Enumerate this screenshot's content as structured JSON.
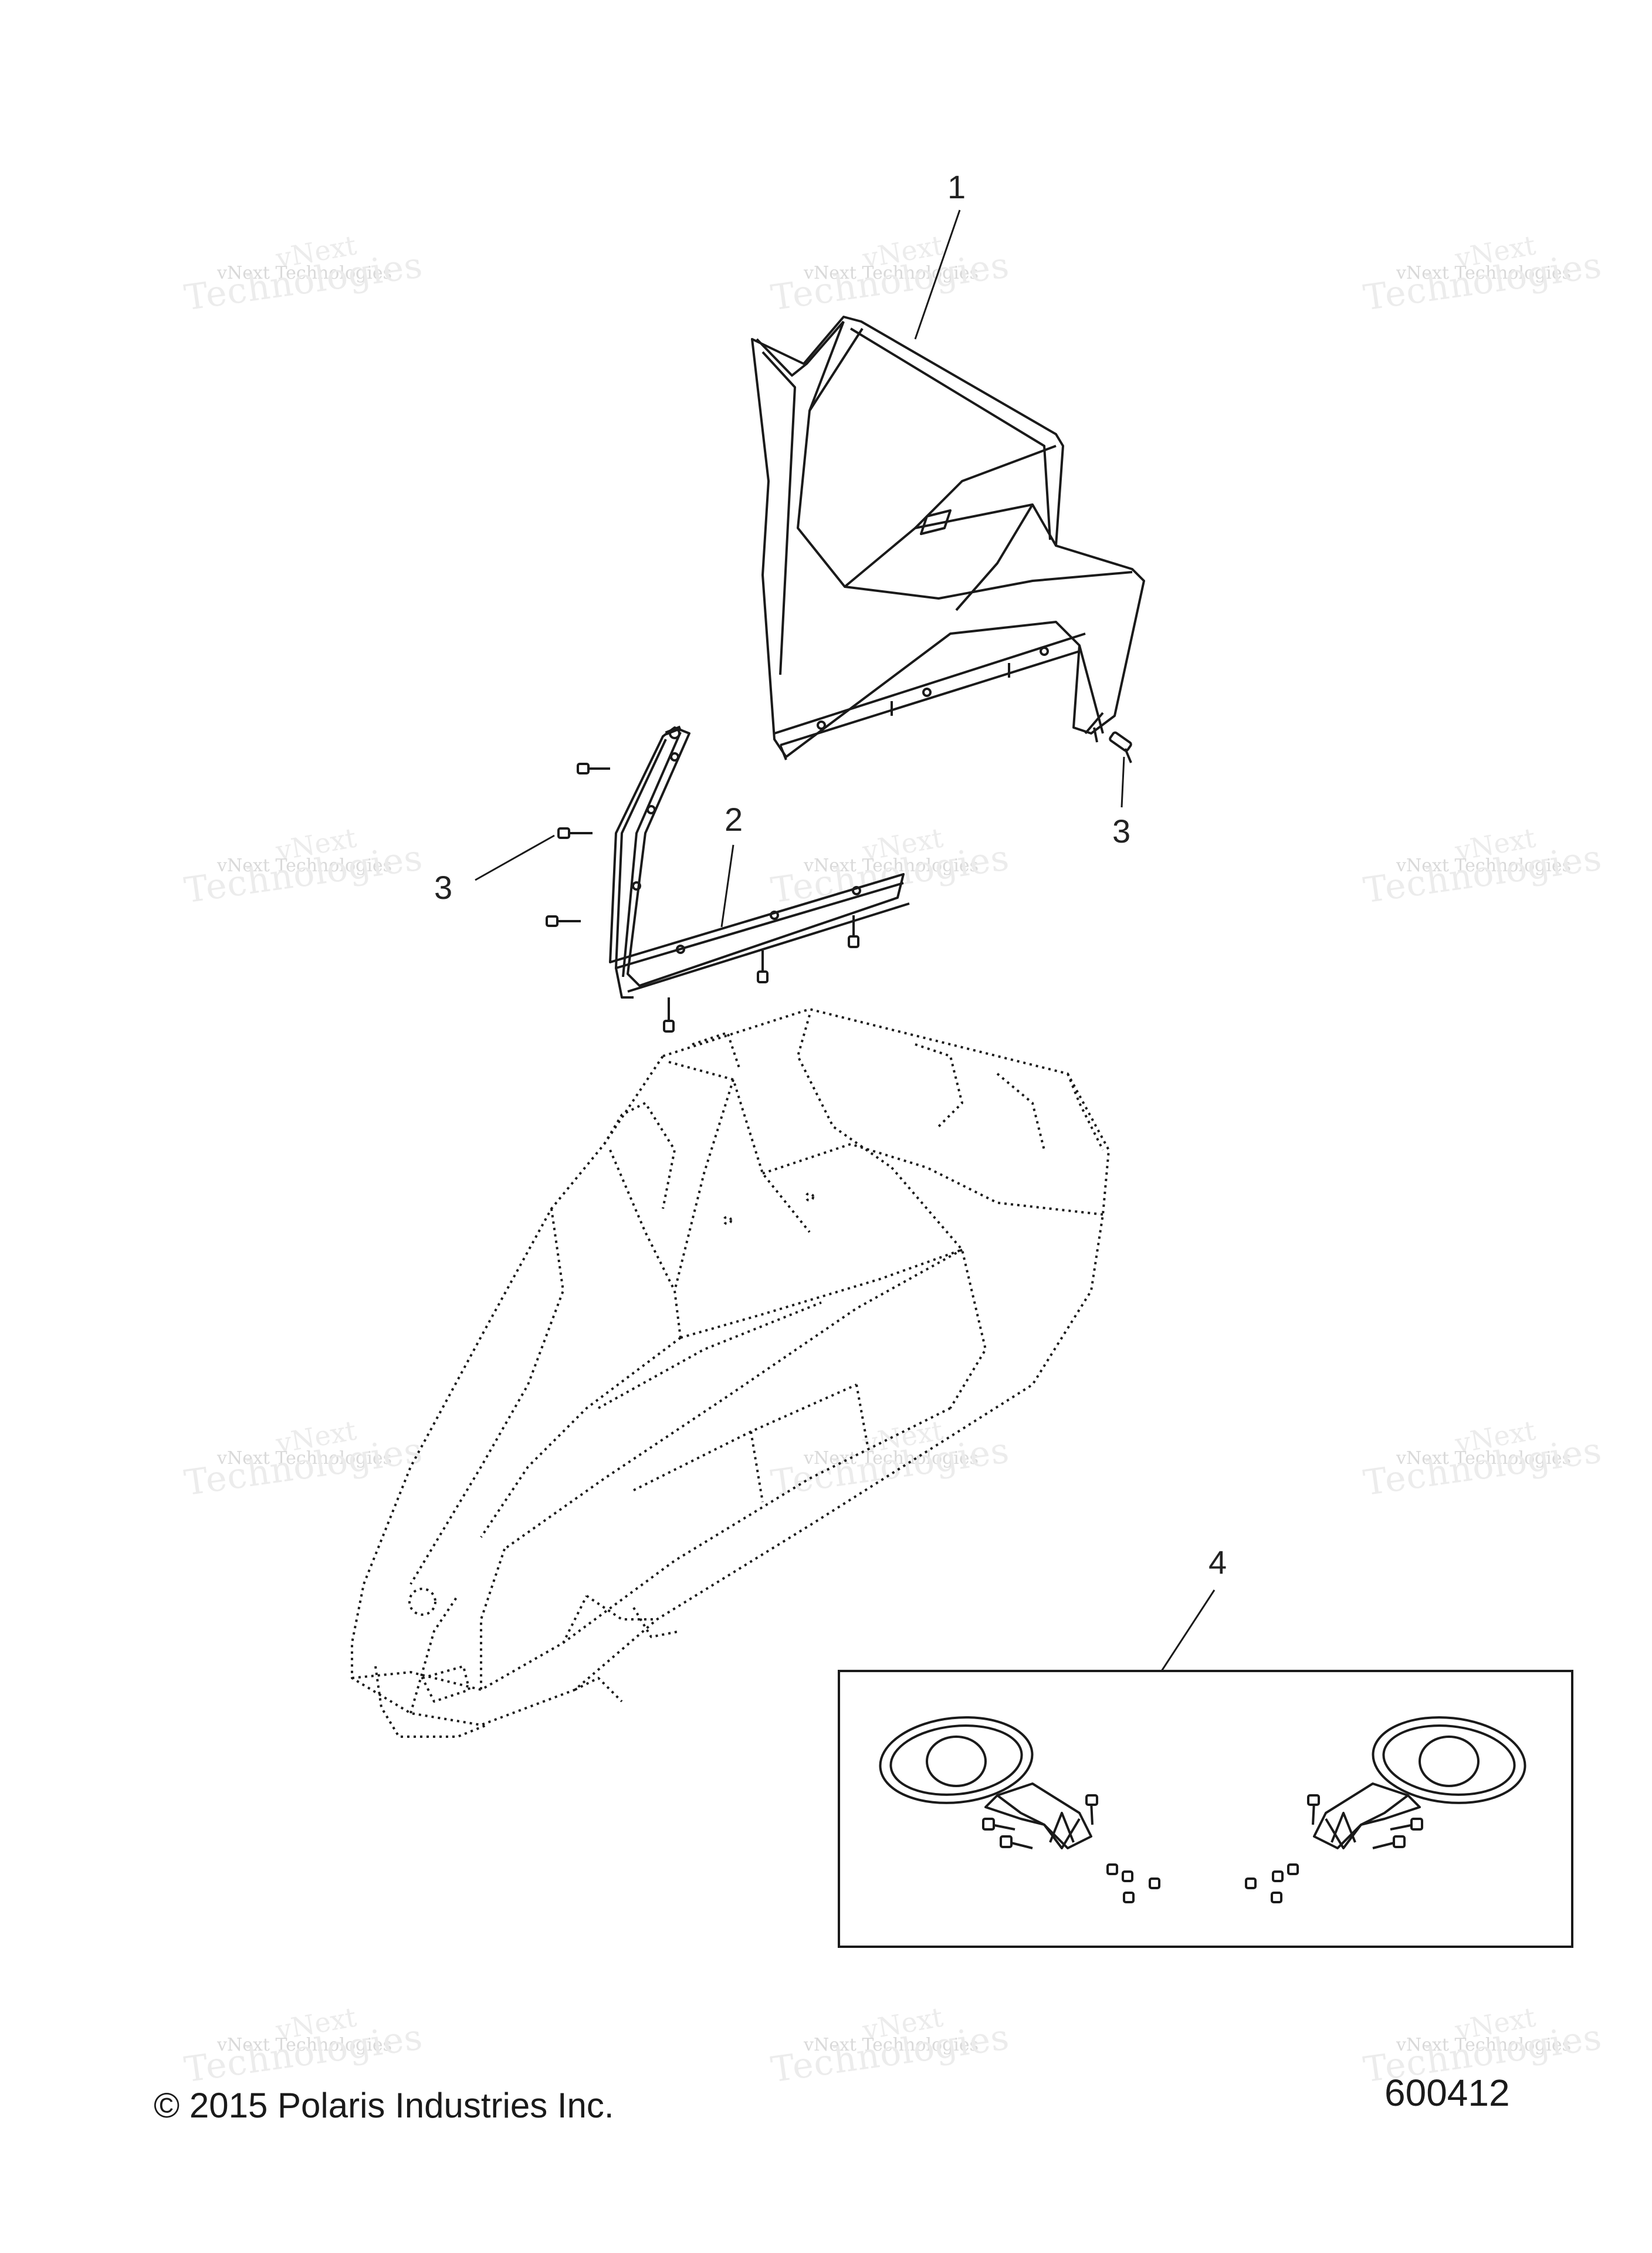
{
  "watermark": {
    "line1": "vNext",
    "line2": "vNext Technologies",
    "line3": "Technologies"
  },
  "callouts": {
    "item1": "1",
    "item2": "2",
    "item3a": "3",
    "item3b": "3",
    "item4": "4"
  },
  "footer": {
    "copyright": "© 2015 Polaris Industries Inc.",
    "figure_number": "600412"
  }
}
